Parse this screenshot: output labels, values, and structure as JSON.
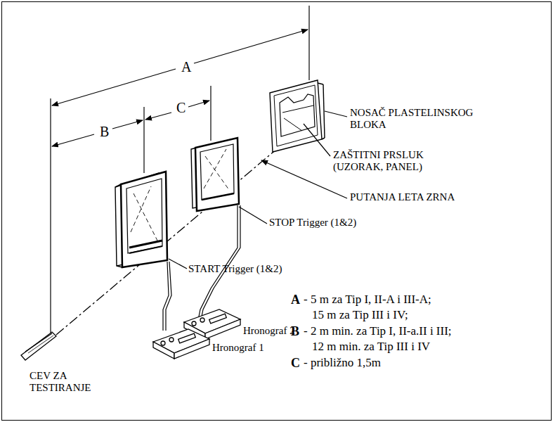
{
  "diagram": {
    "labels": [
      "A",
      "B",
      "C",
      "NOSAČ PLASTELINSKOG BLOKA",
      "ZAŠTITNI PRSLUK (UZORAK, PANEL)",
      "PUTANJA LETA ZRNA",
      "STOP Trigger (1&2)",
      "START Trigger (1&2)",
      "CEV ZA TESTIRANJE",
      "Hronograf 2",
      "Hronograf 1",
      "A",
      "- 5 m za Tip I, II-A i III-A;",
      "15 m za Tip III i IV;",
      "B",
      "- 2 m min. za Tip I, II-a.II i III;",
      "12 m min. za Tip III i IV",
      "C",
      "- približno 1,5m"
    ]
  }
}
